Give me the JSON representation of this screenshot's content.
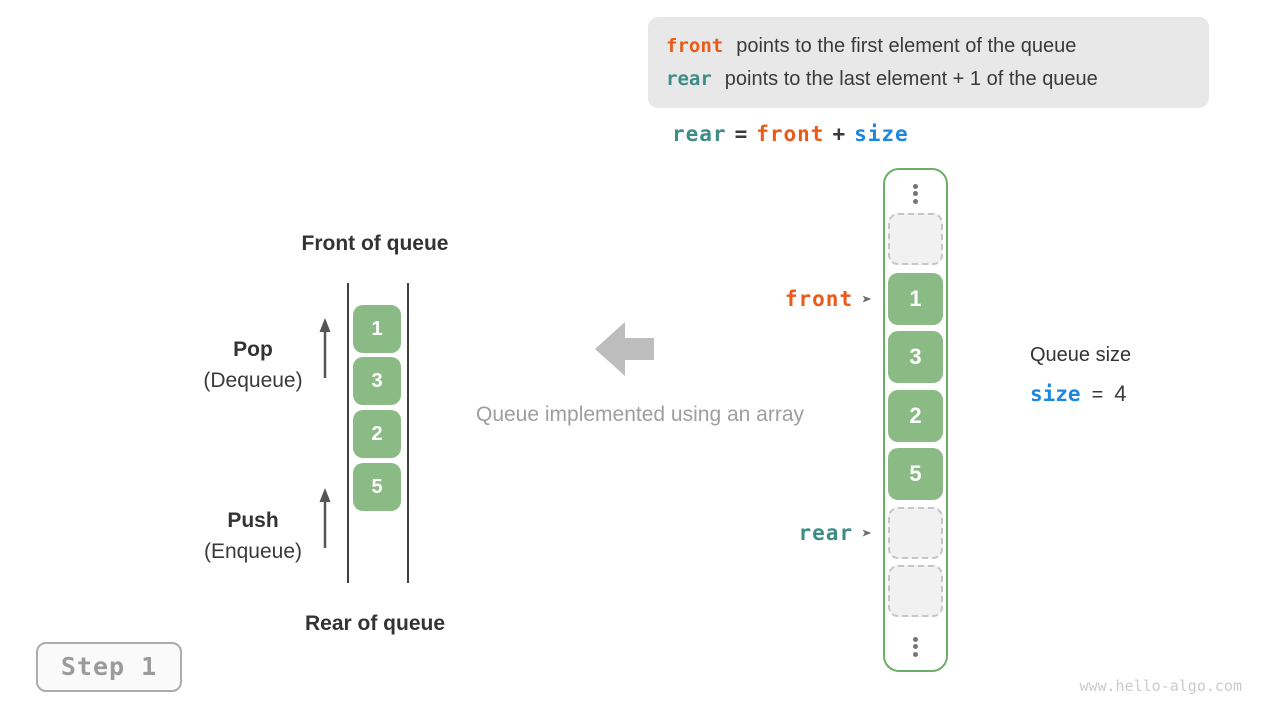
{
  "colors": {
    "accent_orange": "#EB5B17",
    "accent_teal": "#3D8C85",
    "accent_blue": "#1C87DC",
    "cell_green": "#8BBB85",
    "panel_border_green": "#6CAE67",
    "info_box_bg": "#E8E8E8"
  },
  "icons": {
    "pointer_arrow": "➤"
  },
  "info_box": {
    "lines": [
      {
        "keyword": "front",
        "text": "points to the first element of the queue"
      },
      {
        "keyword": "rear",
        "text": "points to the last element + 1 of the queue"
      }
    ]
  },
  "formula": {
    "lhs": "rear",
    "eq": "=",
    "front": "front",
    "plus": "+",
    "size": "size"
  },
  "left_diagram": {
    "front_label": "Front of queue",
    "rear_label": "Rear of queue",
    "pop_label": "Pop",
    "pop_sublabel": "(Dequeue)",
    "push_label": "Push",
    "push_sublabel": "(Enqueue)",
    "values": [
      "1",
      "3",
      "2",
      "5"
    ]
  },
  "center": {
    "caption": "Queue implemented using an array"
  },
  "array_panel": {
    "values": [
      "1",
      "3",
      "2",
      "5"
    ],
    "front_pointer": "front",
    "rear_pointer": "rear"
  },
  "queue_size": {
    "title": "Queue size",
    "variable": "size",
    "eq": "=",
    "value": "4"
  },
  "step_badge": "Step 1",
  "watermark": "www.hello-algo.com"
}
